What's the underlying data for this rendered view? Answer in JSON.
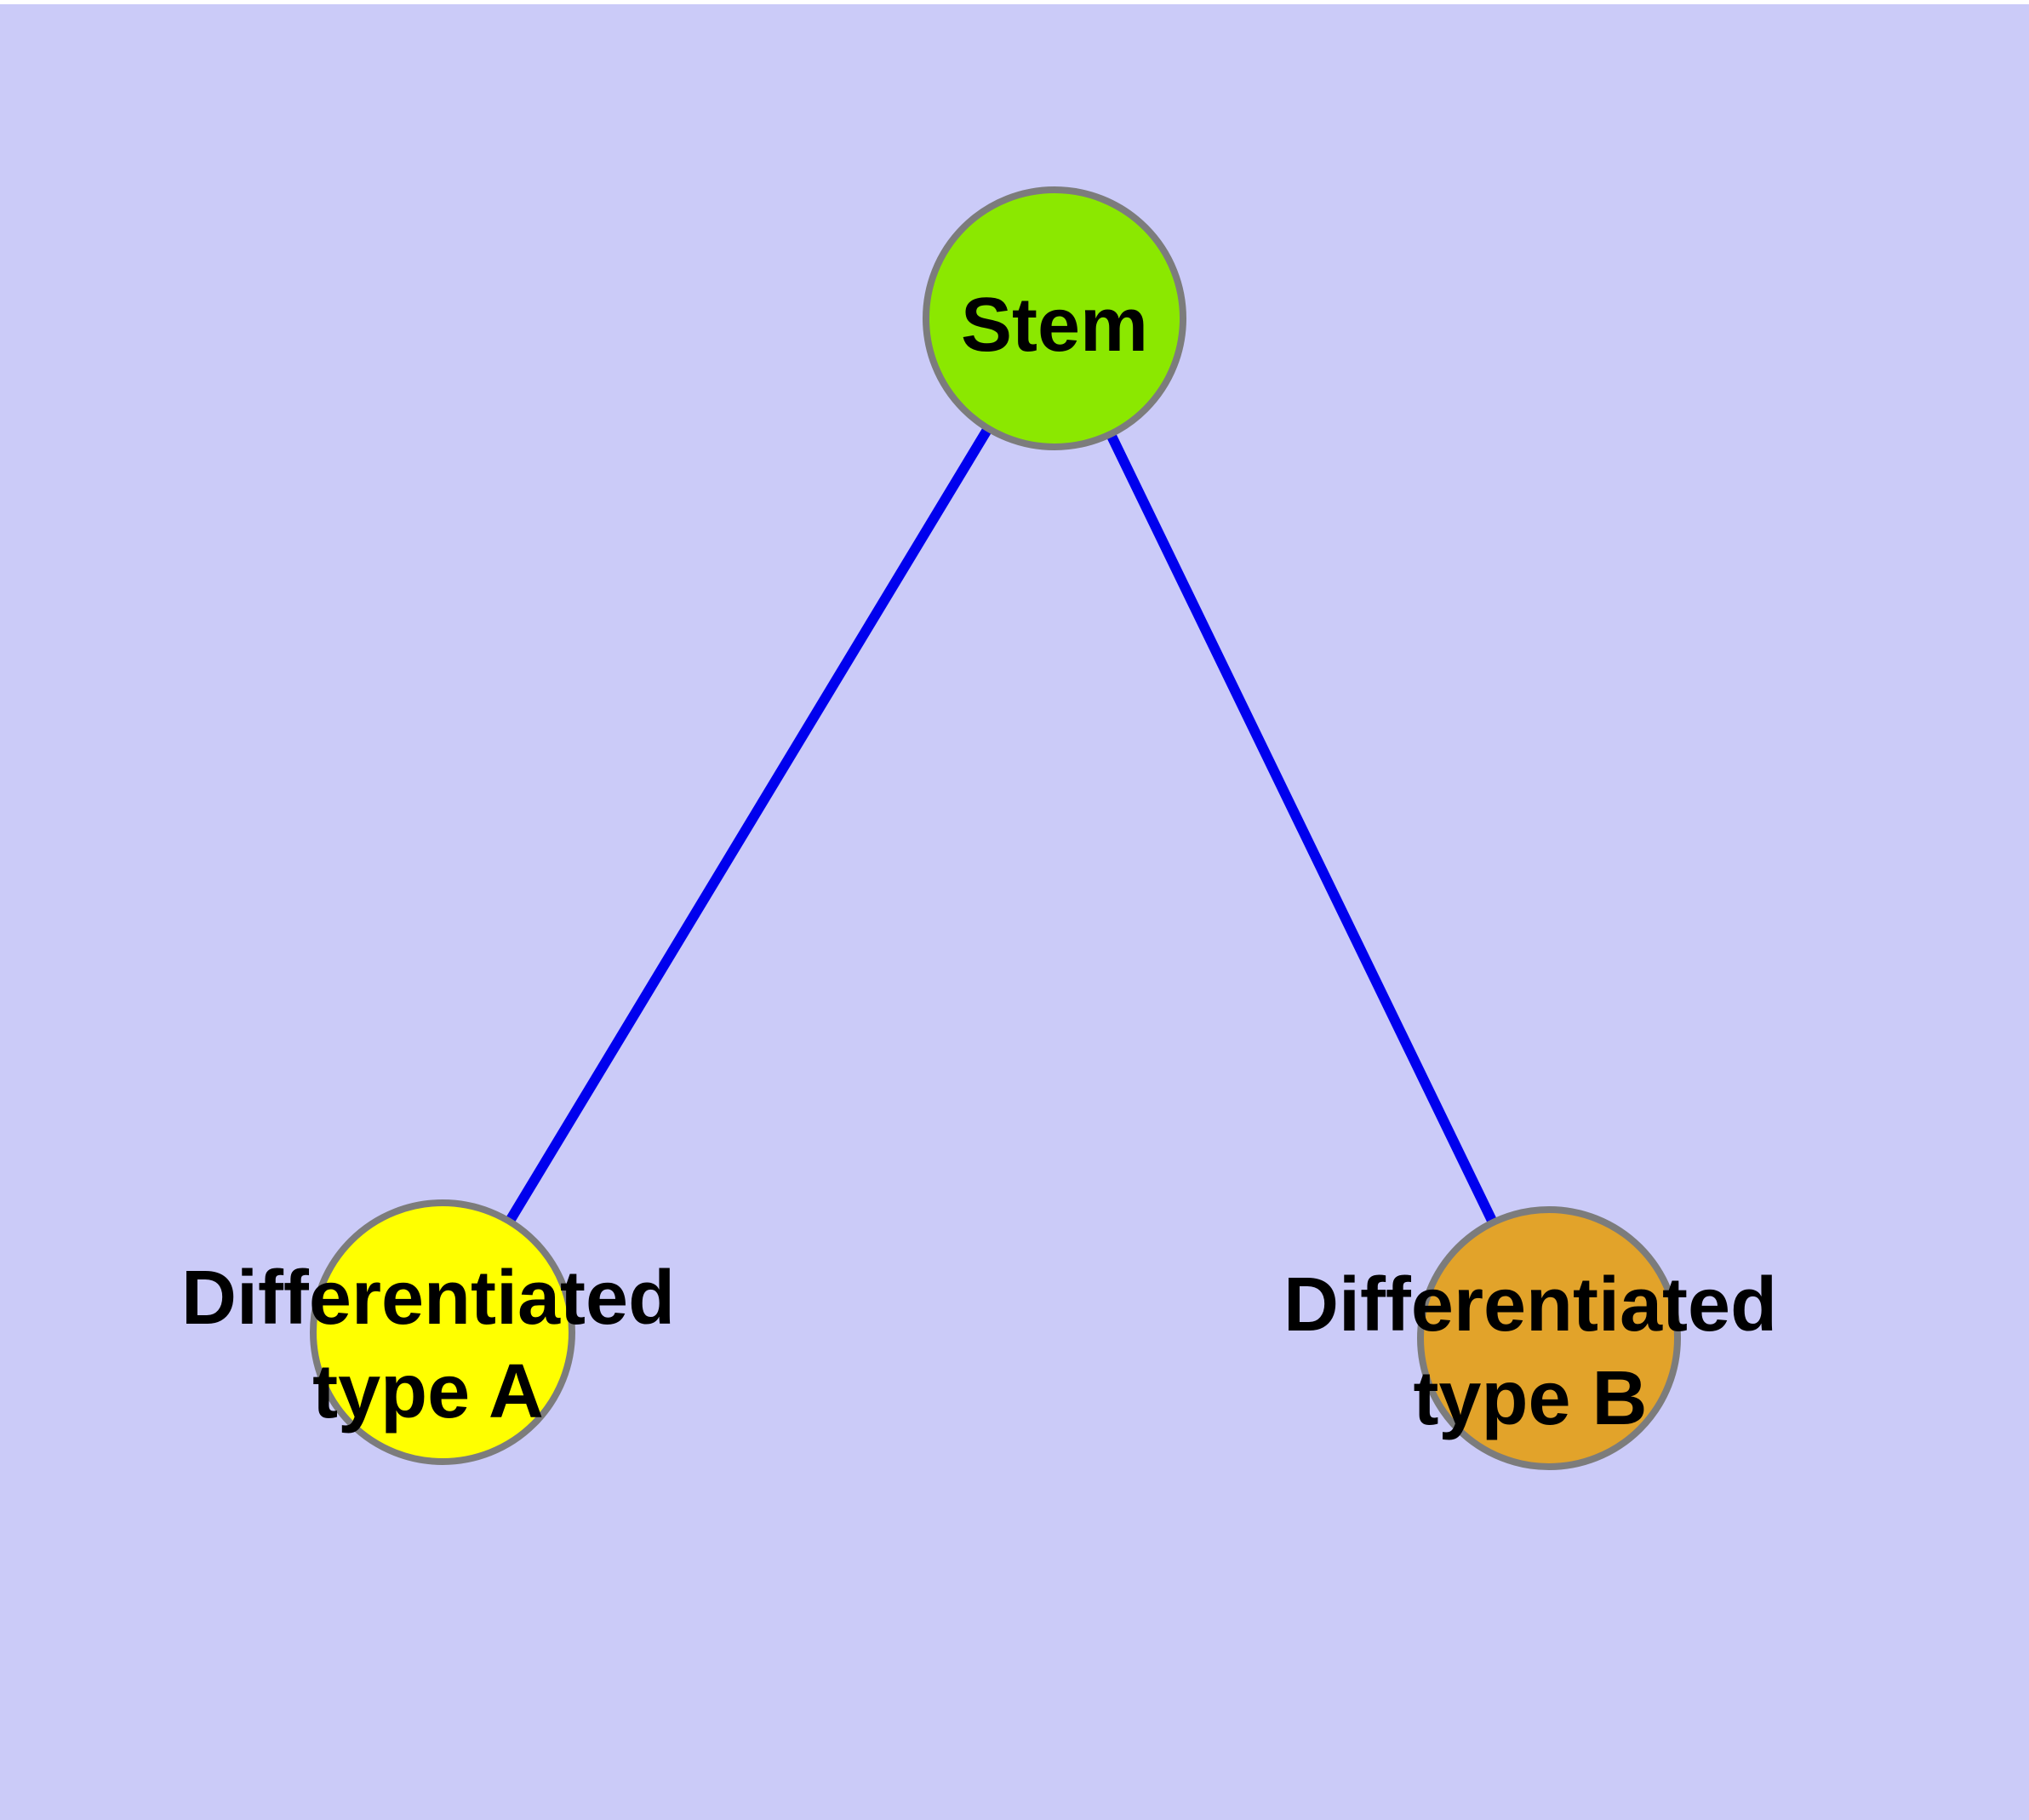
{
  "diagram": {
    "title": "",
    "background_color": "#CBCBF8",
    "top_strip_color": "#FFFFFF",
    "node_border_color": "#7C7C7C",
    "edge_color": "#0000EE",
    "label_color": "#000000",
    "nodes": {
      "stem": {
        "label": "Stem",
        "fill": "#8BE800"
      },
      "type_a": {
        "label_line1": "Differentiated",
        "label_line2": "type A",
        "fill": "#FFFF00"
      },
      "type_b": {
        "label_line1": "Differentiated",
        "label_line2": "type B",
        "fill": "#E2A32A"
      }
    },
    "edges": [
      {
        "from": "Stem",
        "to": "Differentiated type A"
      },
      {
        "from": "Stem",
        "to": "Differentiated type B"
      }
    ]
  }
}
